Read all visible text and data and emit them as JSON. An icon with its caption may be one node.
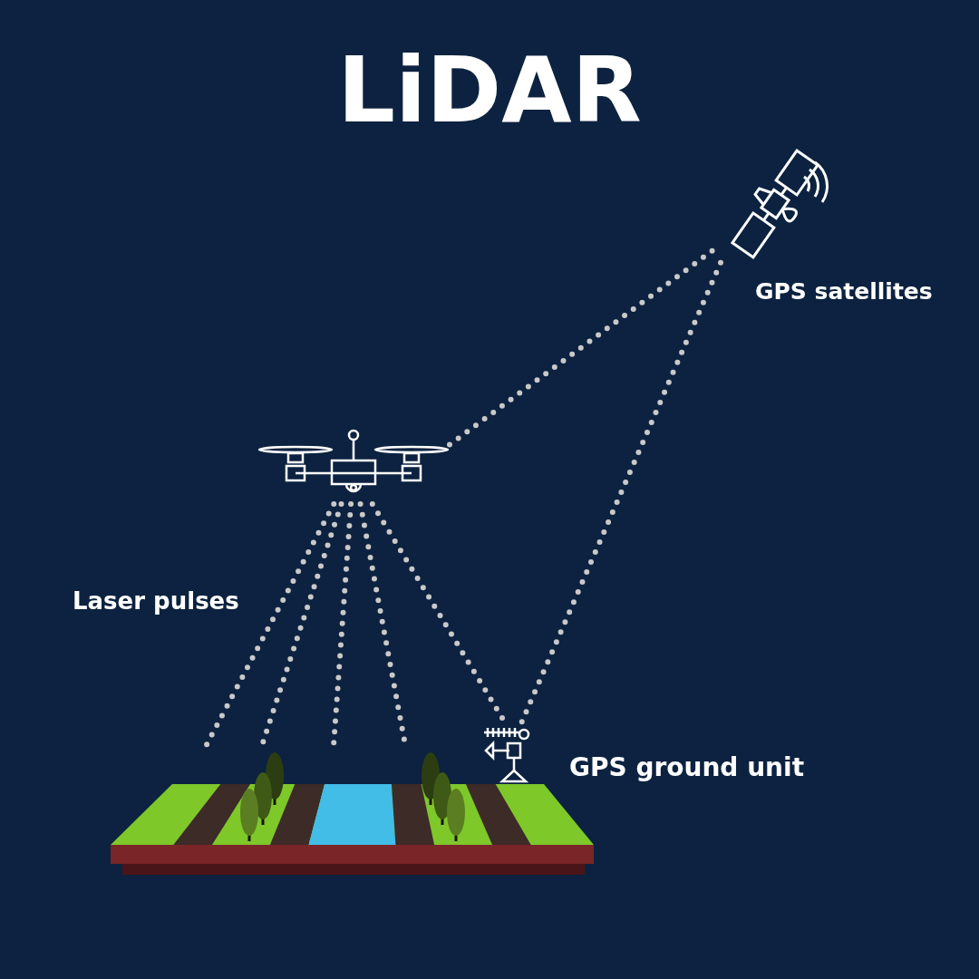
{
  "diagram": {
    "title": "LiDAR",
    "nodes": [
      {
        "text": [
          "GPS satellites"
        ]
      },
      {
        "text": [],
        "shape": "picture"
      },
      {
        "text": [
          "GPS ground unit"
        ]
      },
      {
        "text": [],
        "shape": "picture"
      }
    ],
    "edges": [
      {
        "from": 1,
        "to": 0,
        "arrow": "none",
        "style": "dashed"
      },
      {
        "from": 0,
        "to": 2,
        "arrow": "none",
        "style": "dashed"
      },
      {
        "from": 1,
        "to": 2,
        "arrow": "none",
        "style": "dashed"
      },
      {
        "from": 1,
        "to": 3,
        "arrow": "none",
        "style": "dashed"
      },
      {
        "from": 1,
        "to": 3,
        "arrow": "none",
        "style": "dashed"
      },
      {
        "from": 1,
        "to": 3,
        "arrow": "none",
        "style": "dashed"
      },
      {
        "from": 1,
        "to": 3,
        "arrow": "none",
        "style": "dashed"
      }
    ],
    "labels": [
      "Laser pulses"
    ]
  }
}
